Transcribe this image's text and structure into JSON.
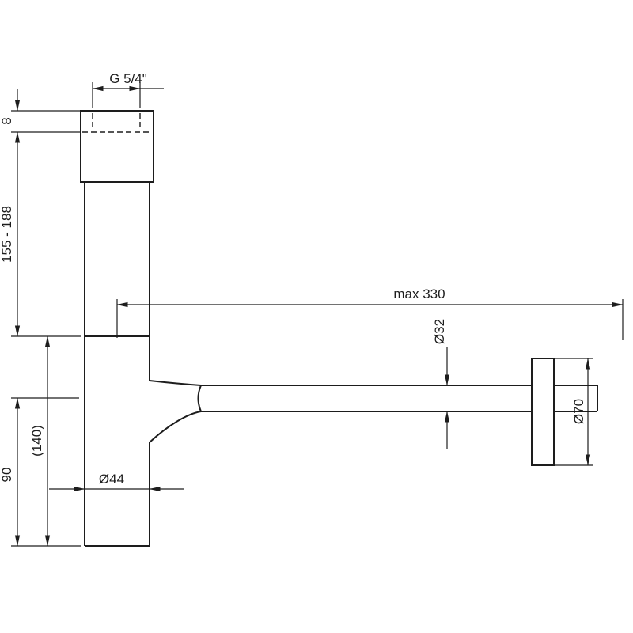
{
  "drawing": {
    "type": "technical-dimension-drawing",
    "subject": "design bottle-trap siphon, side view with wall rosette",
    "colors": {
      "line": "#1d1d1d",
      "background": "#ffffff"
    },
    "annotations": {
      "thread_size": "G 5/4\"",
      "nut_depth": "8",
      "inlet_tube_length_range": "155 - 188",
      "max_horizontal_reach": "max 330",
      "outlet_pipe_diameter": "Ø32",
      "rosette_diameter": "Ø70",
      "body_height_reference": "(140)",
      "axis_to_bottom_height": "90",
      "body_diameter": "Ø44"
    }
  }
}
